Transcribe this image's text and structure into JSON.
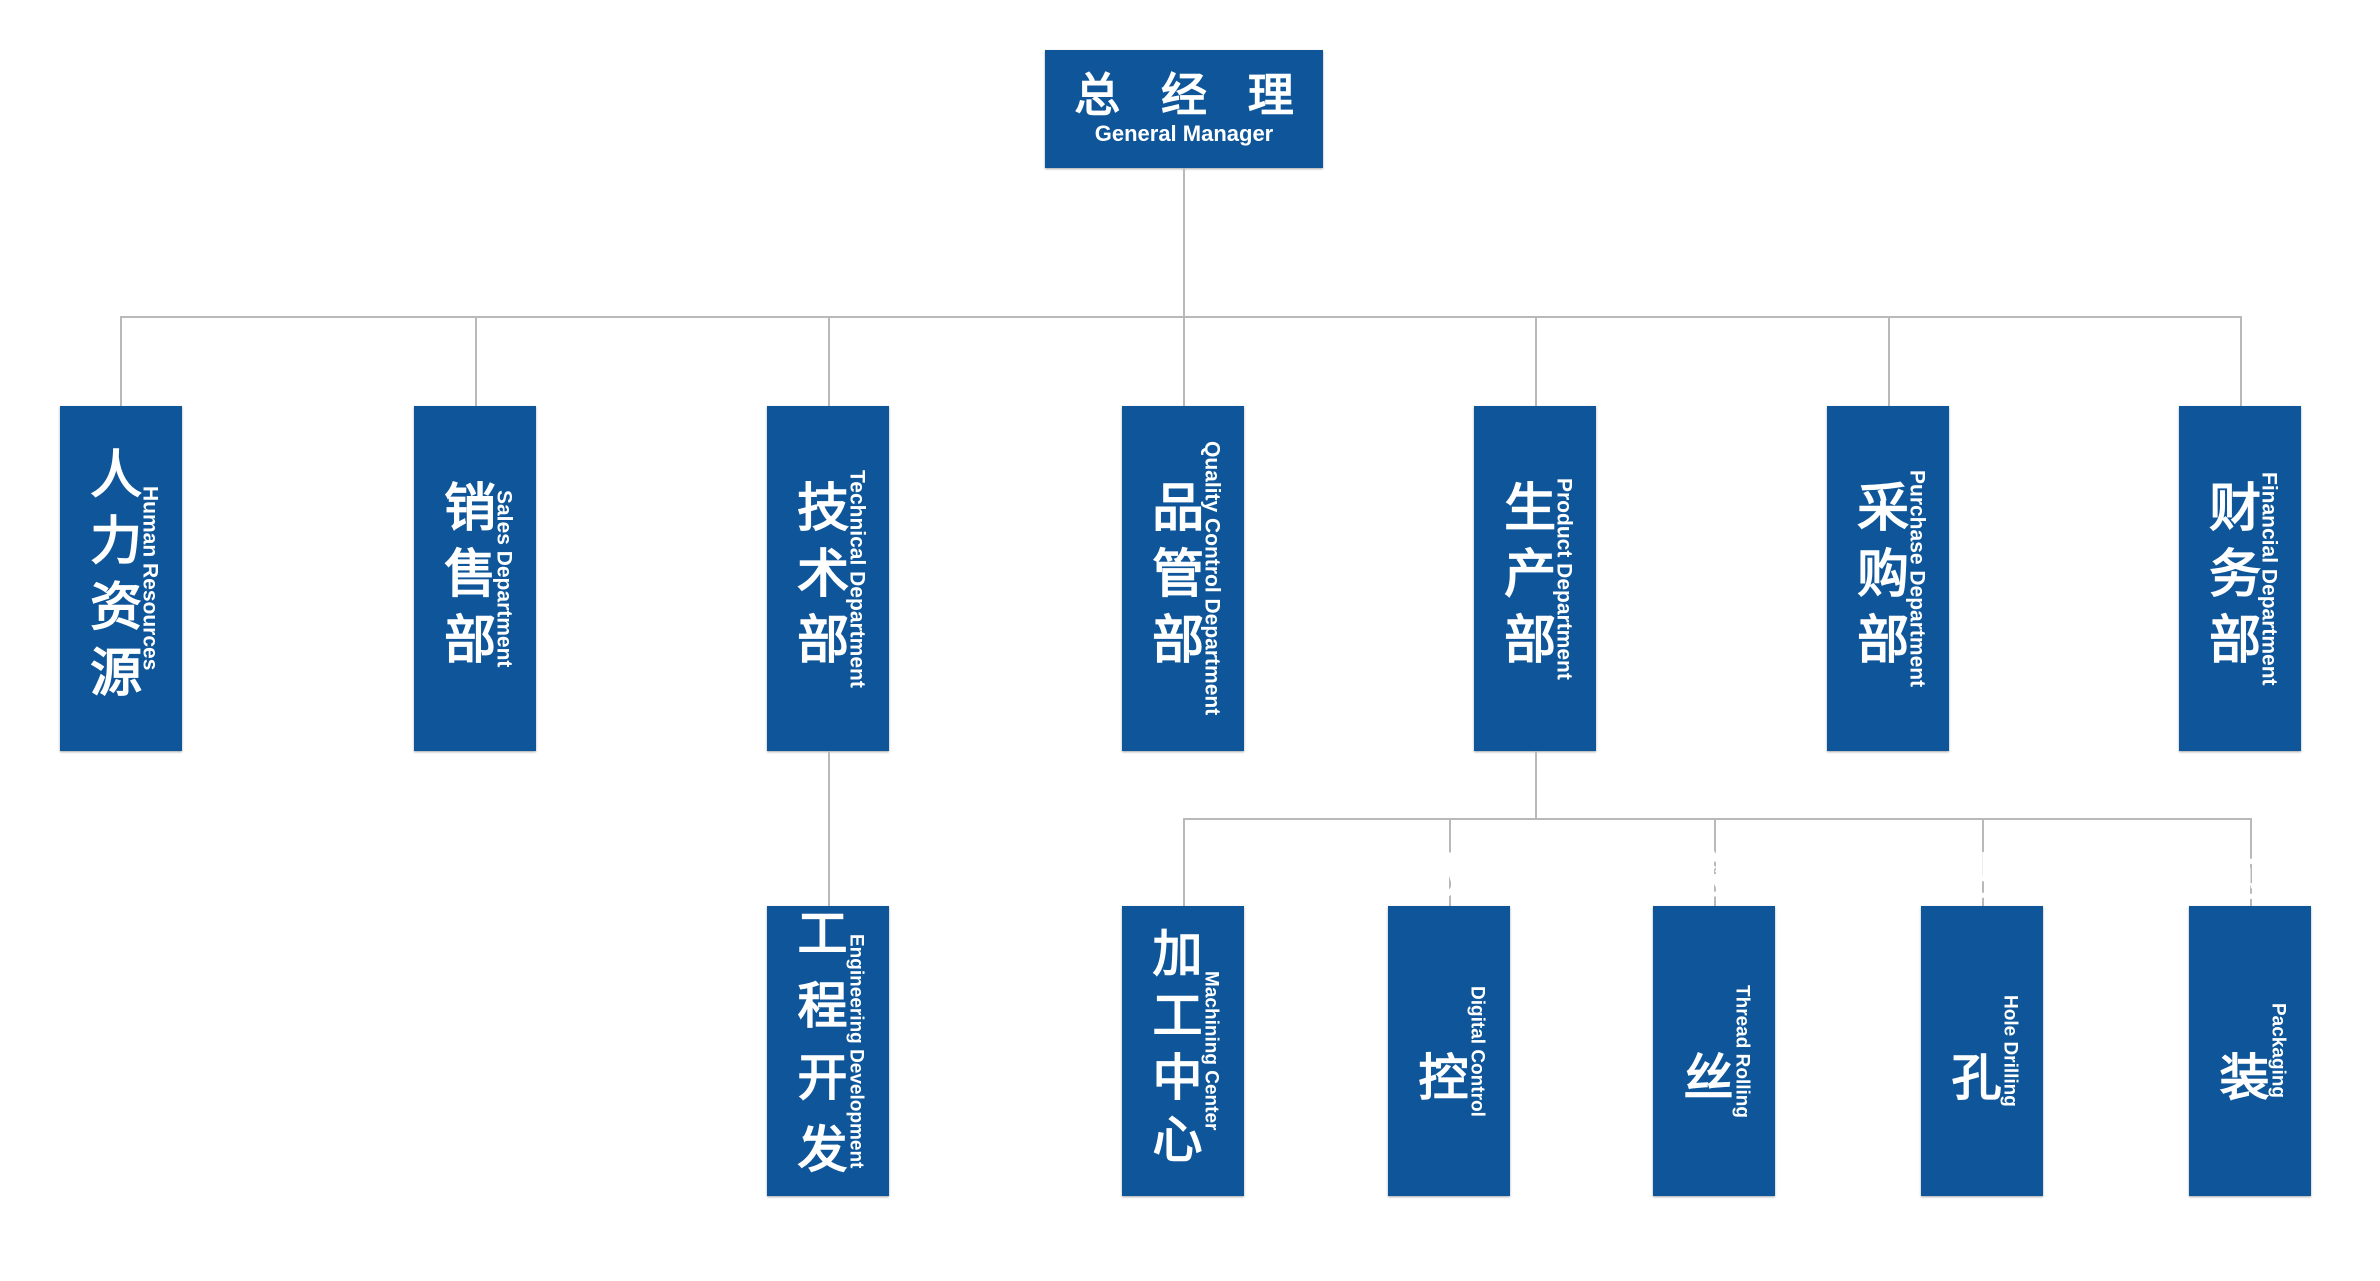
{
  "chart": {
    "title_cn": "总经理",
    "title_en": "General Manager",
    "accent_color": "#0e5699",
    "line_color": "#b9b9b9",
    "text_color": "#ffffff"
  },
  "root": {
    "cn": "总 经 理",
    "en": "General Manager"
  },
  "departments": [
    {
      "cn": "人力资源",
      "en": "Human Resources"
    },
    {
      "cn": "销售部",
      "en": "Sales Department"
    },
    {
      "cn": "技术部",
      "en": "Technical Department"
    },
    {
      "cn": "品管部",
      "en": "Quality Control Department"
    },
    {
      "cn": "生产部",
      "en": "Product Department"
    },
    {
      "cn": "采购部",
      "en": "Purchase Department"
    },
    {
      "cn": "财务部",
      "en": "Financial Department"
    }
  ],
  "technical_children": [
    {
      "cn": "工程开发",
      "en": "Engineering Development"
    }
  ],
  "production_children": [
    {
      "cn": "加工中心",
      "en": "Machining Center"
    },
    {
      "cn": "数控",
      "en": "Digital Control"
    },
    {
      "cn": "滚丝",
      "en": "Thread Rolling"
    },
    {
      "cn": "钻孔",
      "en": "Hole Drilling"
    },
    {
      "cn": "包装",
      "en": "Packaging"
    }
  ]
}
